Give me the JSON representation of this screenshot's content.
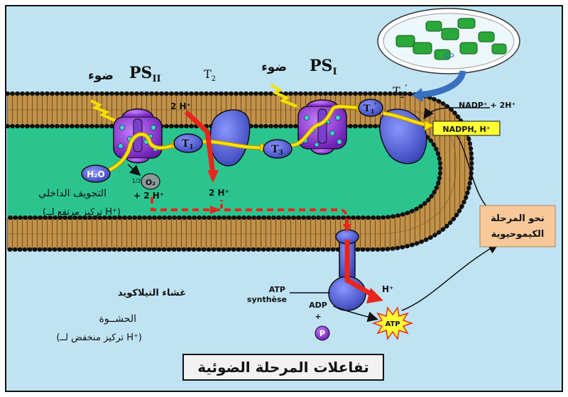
{
  "labels": {
    "light_left": "ضوء",
    "light_right": "ضوء",
    "ps2_main": "PS",
    "ps2_sub": "II",
    "ps1_main": "PS",
    "ps1_sub": "I",
    "t2_main": "T",
    "t2_sub": "2",
    "t2p_main": "T",
    "t2p_sub": "2",
    "t2p_prime": "’",
    "t1_main": "T",
    "t1_sub": "1",
    "t3_main": "T",
    "t3_sub": "3",
    "t1p_main": "T",
    "t1p_sub": "1",
    "t1p_prime": "’",
    "h2o": "H₂O",
    "half": "1/2",
    "o2": "O₂",
    "plus_2h_left": "+ 2 H⁺",
    "two_h_top": "2 H⁺",
    "two_h_mid": "2 H⁺",
    "nadp": "NADP⁺ + 2H⁺",
    "nadph": "NADPH, H⁺",
    "chemical_phase_1": "نحو المرحلة",
    "chemical_phase_2": "الكيموحيوية",
    "lumen_1": "التجويف الداخلي",
    "lumen_2": "(تركيز مرتفع لــ H⁺)",
    "thylakoid_membrane": "غشاء التيلاكويد",
    "stroma_1": "الحشــوة",
    "stroma_2": "(تركيز منخفض لــ H⁺)",
    "atp_synthase_1": "ATP",
    "atp_synthase_2": "synthèse",
    "adp": "ADP",
    "plus": "+",
    "p": "P",
    "h_plus": "H⁺",
    "atp": "ATP",
    "title": "تفاعلات المرحلة الضوئية"
  },
  "colors": {
    "stroma_bg": "#bfe3f3",
    "lumen": "#2bc48f",
    "membrane": "#c2924a",
    "protein_purple": "#8a2bd6",
    "protein_blue": "#5566dd",
    "electron_flow": "#ffe400",
    "proton_flow": "#e8261c",
    "chemical_box": "#f9c89a",
    "nadph_box": "#ffff33"
  }
}
